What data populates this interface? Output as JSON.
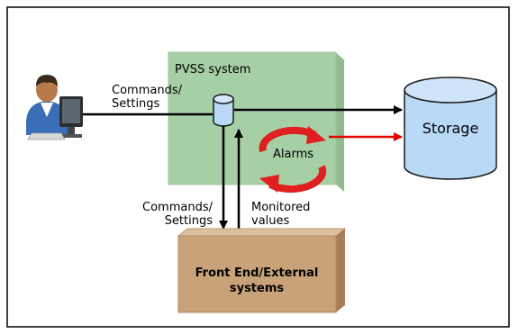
{
  "diagram": {
    "system_label": "PVSS system",
    "commands_top_line1": "Commands/",
    "commands_top_line2": "Settings",
    "storage_label": "Storage",
    "alarms_label": "Alarms",
    "commands_bottom_line1": "Commands/",
    "commands_bottom_line2": "Settings",
    "monitored_line1": "Monitored",
    "monitored_line2": "values",
    "frontend_line1": "Front End/External",
    "frontend_line2": "systems"
  },
  "colors": {
    "system_box": "#a6cfa6",
    "storage_fill": "#b9d9f7",
    "frontend_fill": "#c9a27a",
    "alarm_arrow": "#e02020",
    "storage_arrow": "#e00000"
  }
}
